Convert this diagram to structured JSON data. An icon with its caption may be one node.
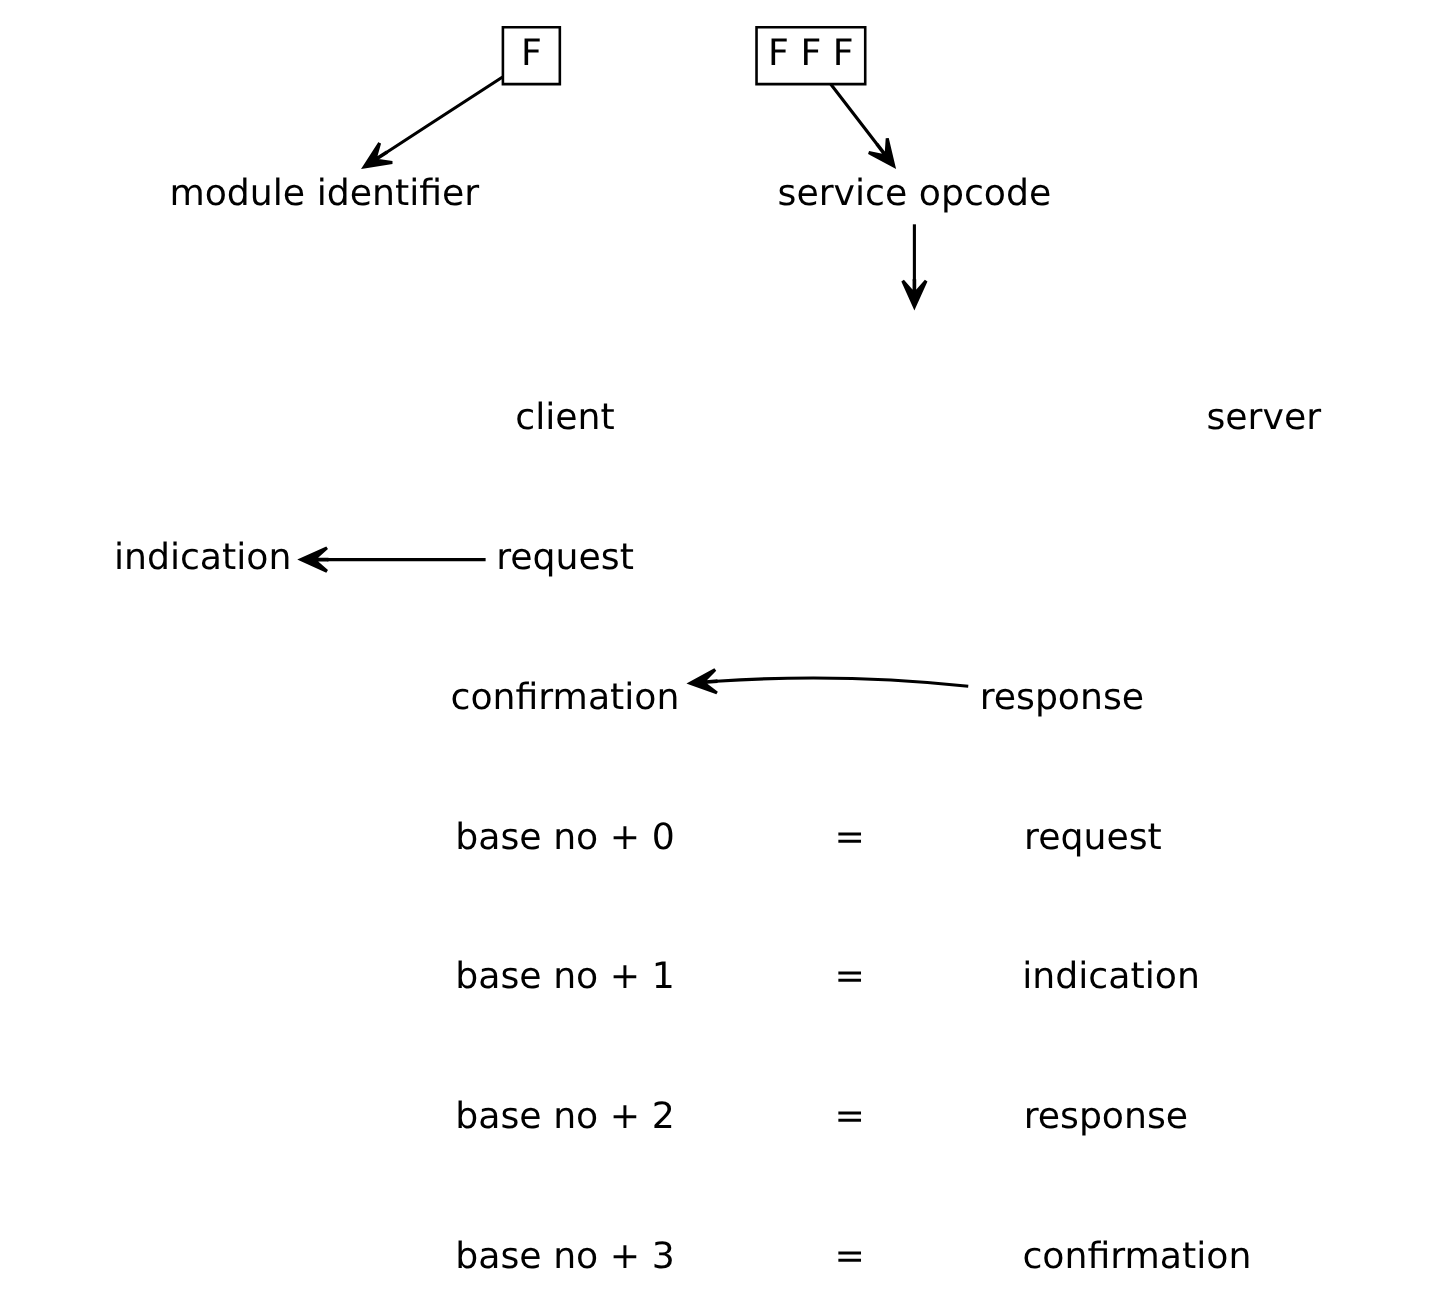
{
  "diagram": {
    "nodes": [
      {
        "text": [
          "F"
        ]
      },
      {
        "text": [
          "F F F"
        ]
      },
      {
        "text": [
          "module identifier"
        ]
      },
      {
        "text": [
          "service opcode"
        ]
      },
      {
        "text": [
          "request"
        ]
      },
      {
        "text": [
          "indication"
        ]
      },
      {
        "text": [
          "confirmation"
        ]
      },
      {
        "text": [
          "response"
        ]
      }
    ],
    "edges": [
      {
        "from": 0,
        "to": 2,
        "arrow": "to"
      },
      {
        "from": 1,
        "to": 3,
        "arrow": "to"
      },
      {
        "from": 3,
        "to": null,
        "arrow": "to"
      },
      {
        "from": 4,
        "to": 5,
        "arrow": "to"
      },
      {
        "from": 7,
        "to": 6,
        "arrow": "to"
      }
    ],
    "labels": [
      "client",
      "server",
      "base no + 0",
      "=",
      "request",
      "base no + 1",
      "=",
      "indication",
      "base no + 2",
      "=",
      "response",
      "base no + 3",
      "=",
      "confirmation"
    ]
  }
}
